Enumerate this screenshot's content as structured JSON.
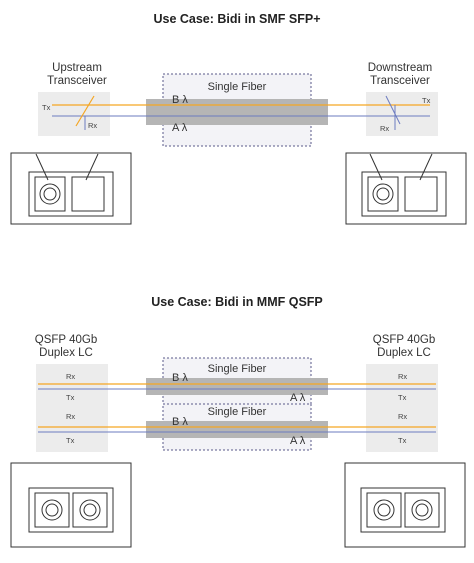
{
  "section1": {
    "title": "Use Case: Bidi in SMF SFP+",
    "left_label": [
      "Upstream",
      "Transceiver"
    ],
    "right_label": [
      "Downstream",
      "Transceiver"
    ],
    "fiber_label": "Single Fiber",
    "lambda_b": "B λ",
    "lambda_a": "A λ",
    "left_ports": {
      "tx": "Tx",
      "rx": "Rx"
    },
    "right_ports": {
      "tx": "Tx",
      "rx": "Rx"
    }
  },
  "section2": {
    "title": "Use Case: Bidi in MMF QSFP",
    "left_label": [
      "QSFP 40Gb",
      "Duplex LC"
    ],
    "right_label": [
      "QSFP 40Gb",
      "Duplex LC"
    ],
    "fibers": [
      {
        "label": "Single Fiber",
        "lambda_b": "B λ",
        "lambda_a": "A λ"
      },
      {
        "label": "Single Fiber",
        "lambda_b": "B λ",
        "lambda_a": "A λ"
      }
    ],
    "left_ports": [
      "Rx",
      "Tx",
      "Rx",
      "Tx"
    ],
    "right_ports": [
      "Rx",
      "Tx",
      "Rx",
      "Tx"
    ]
  },
  "colors": {
    "orange": "#f5a623",
    "blue": "#6b7bbf",
    "fiber_gray": "#b5b5b5",
    "panel_gray": "#ececec",
    "dashed_box": "#5a5a8a"
  }
}
